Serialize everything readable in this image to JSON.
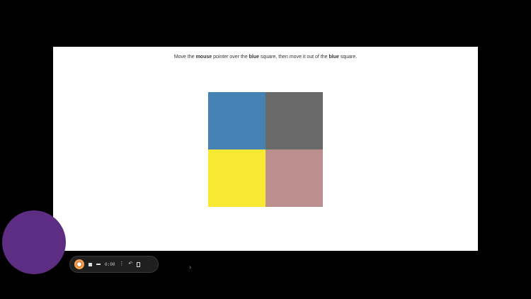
{
  "question": {
    "part1": "Move the ",
    "bold1": "mouse",
    "part2": " pointer over the ",
    "bold2": "blue",
    "part3": " square, then move it out of the ",
    "bold3": "blue",
    "part4": " square."
  },
  "squares": [
    {
      "name": "blue-square",
      "color": "#4682b4"
    },
    {
      "name": "gray-square",
      "color": "#696969"
    },
    {
      "name": "yellow-square",
      "color": "#f7e933"
    },
    {
      "name": "rosy-square",
      "color": "#bc8f8f"
    }
  ],
  "recorder": {
    "timer": "0:00",
    "accent": "#f0a050",
    "webcam_color": "#5c2d82"
  }
}
